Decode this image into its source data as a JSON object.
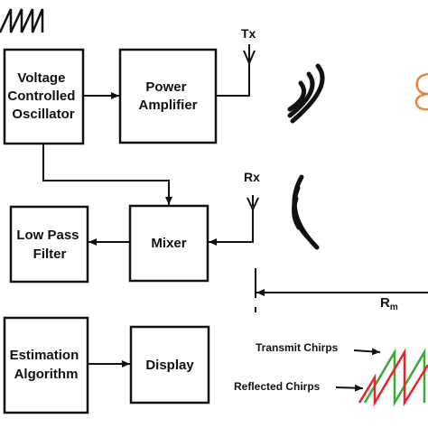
{
  "blocks": {
    "vco": {
      "lines": [
        "Voltage",
        "Controlled",
        "Oscillator"
      ]
    },
    "power_amplifier": {
      "lines": [
        "Power",
        "Amplifier"
      ]
    },
    "mixer": {
      "lines": [
        "Mixer"
      ]
    },
    "low_pass_filter": {
      "lines": [
        "Low Pass",
        "Filter"
      ]
    },
    "estimation_algorithm": {
      "lines": [
        "Estimation",
        "Algorithm"
      ]
    },
    "display": {
      "lines": [
        "Display"
      ]
    }
  },
  "antennas": {
    "tx_label": "Tx",
    "rx_label": "Rx"
  },
  "range": {
    "label_main": "R",
    "label_sub": "m"
  },
  "legend": {
    "transmit_label": "Transmit Chirps",
    "reflected_label": "Reflected Chirps"
  },
  "colors": {
    "transmit": "#3aaa35",
    "reflected": "#e8242a",
    "target": "#e8843a",
    "outline": "#111111"
  }
}
